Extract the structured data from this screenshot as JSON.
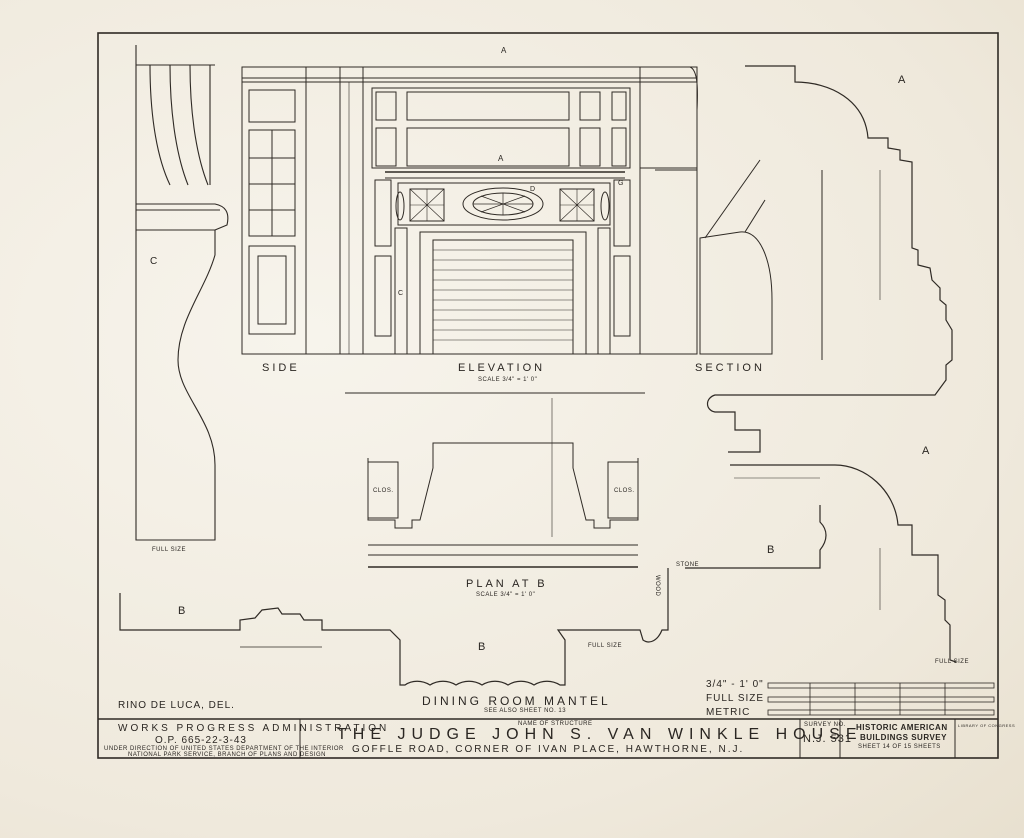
{
  "drawing": {
    "side_label": "SIDE",
    "elevation_label": "ELEVATION",
    "elevation_scale": "SCALE 3/4\" = 1' 0\"",
    "section_label": "SECTION",
    "plan_label": "PLAN AT B",
    "plan_scale": "SCALE 3/4\" = 1' 0\"",
    "title": "DINING ROOM MANTEL",
    "see_also": "SEE ALSO SHEET NO. 13",
    "delineator": "RINO DE LUCA, DEL.",
    "full_size_1": "FULL SIZE",
    "full_size_2": "FULL SIZE",
    "full_size_3": "FULL SIZE",
    "clos_left": "CLOS.",
    "clos_right": "CLOS.",
    "stone": "STONE",
    "wood": "WOOD",
    "markers": {
      "a_top": "A",
      "a_mid": "A",
      "a_right_top": "A",
      "a_right_bot": "A",
      "b_left": "B",
      "b_center": "B",
      "b_right": "B",
      "c_left": "C",
      "c_col": "C",
      "d": "D",
      "g": "G"
    }
  },
  "scales": {
    "row1": "3/4\" - 1' 0\"",
    "row2": "FULL SIZE",
    "row3": "METRIC"
  },
  "title_block": {
    "agency": "WORKS PROGRESS ADMINISTRATION",
    "op": "O.P. 665-22-3-43",
    "direction": "UNDER DIRECTION OF UNITED STATES DEPARTMENT OF THE INTERIOR",
    "nps": "NATIONAL PARK SERVICE, BRANCH OF PLANS AND DESIGN",
    "name_of_structure_label": "NAME OF STRUCTURE",
    "structure": "THE JUDGE JOHN S. VAN WINKLE HOUSE",
    "address": "GOFFLE ROAD, CORNER OF IVAN PLACE, HAWTHORNE, N.J.",
    "survey_no_label": "SURVEY NO.",
    "survey_no": "N.J. 531",
    "habs1": "HISTORIC AMERICAN",
    "habs2": "BUILDINGS SURVEY",
    "sheet": "SHEET 14 OF 15 SHEETS",
    "library": "LIBRARY OF CONGRESS"
  }
}
